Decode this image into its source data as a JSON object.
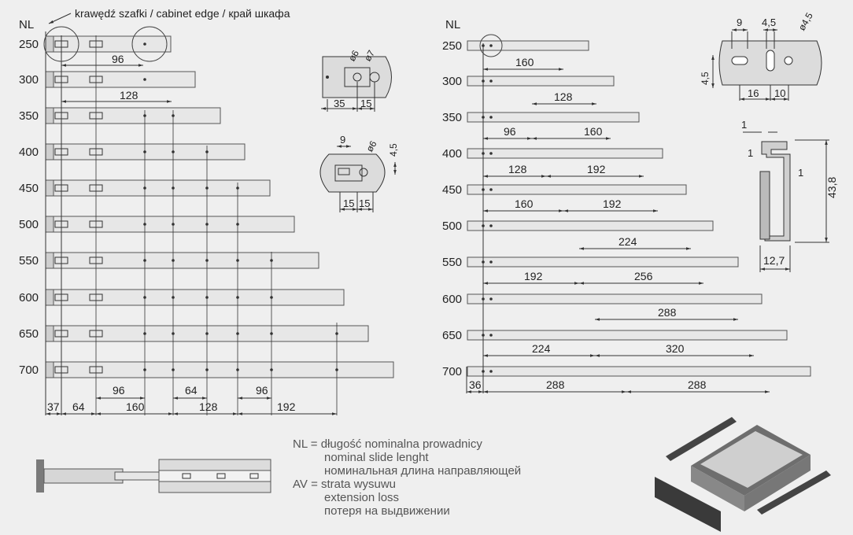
{
  "header": {
    "nl_label_left": "NL",
    "nl_label_right": "NL",
    "cabinet_edge": "krawędź szafki / cabinet edge / край шкафа"
  },
  "left_panel": {
    "lengths": [
      "250",
      "300",
      "350",
      "400",
      "450",
      "500",
      "550",
      "600",
      "650",
      "700"
    ],
    "hole_spacing_labels": [
      "96",
      "128"
    ],
    "bottom_dims": [
      "37",
      "64",
      "96",
      "160",
      "64",
      "128",
      "96",
      "192"
    ]
  },
  "right_panel": {
    "lengths": [
      "250",
      "300",
      "350",
      "400",
      "450",
      "500",
      "550",
      "600",
      "650",
      "700"
    ],
    "dims": [
      [
        "160"
      ],
      [
        "128"
      ],
      [
        "96",
        "160"
      ],
      [
        "128",
        "192"
      ],
      [
        "160",
        "192"
      ],
      [
        "224"
      ],
      [
        "192",
        "256"
      ],
      [
        "288"
      ],
      [
        "224",
        "320"
      ],
      [
        "36",
        "288",
        "288"
      ]
    ]
  },
  "details": {
    "detail1": {
      "d1": "ø6",
      "d2": "ø7",
      "w1": "35",
      "w2": "15"
    },
    "detail2": {
      "top": "9",
      "d": "ø6",
      "h": "4,5",
      "w1": "15",
      "w2": "15"
    },
    "detail3": {
      "top1": "9",
      "top2": "4,5",
      "d": "ø4,5",
      "h": "4,5",
      "w1": "16",
      "w2": "10"
    },
    "profile": {
      "t1": "1",
      "t2": "1",
      "t3": "1",
      "height": "43,8",
      "width": "12,7"
    }
  },
  "legend": {
    "nl_line1": "NL = długość nominalna prowadnicy",
    "nl_line2": "nominal slide lenght",
    "nl_line3": "номинальная длина направляющей",
    "av_line1": "AV = strata wysuwu",
    "av_line2": "extension loss",
    "av_line3": "потеря на выдвижении"
  },
  "colors": {
    "rail_fill": "#e7e7e7",
    "rail_stroke": "#555555",
    "dim_line": "#333333",
    "background": "#efefef"
  }
}
